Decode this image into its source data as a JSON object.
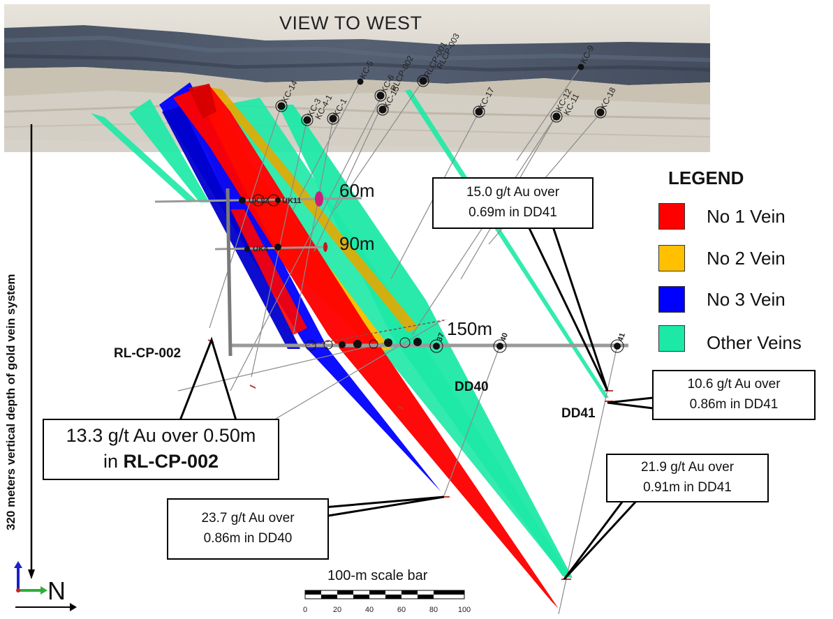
{
  "view_title": "VIEW TO WEST",
  "vertical_axis_label": "320 meters vertical depth of gold  vein system",
  "north_label": "N",
  "legend": {
    "title": "LEGEND",
    "items": [
      {
        "label": "No 1 Vein",
        "color": "#ff0000"
      },
      {
        "label": "No 2 Vein",
        "color": "#ffc000"
      },
      {
        "label": "No 3 Vein",
        "color": "#0000ff"
      },
      {
        "label": "Other Veins",
        "color": "#1de9a6"
      }
    ]
  },
  "level_labels": {
    "l60": "60m",
    "l90": "90m",
    "l150": "150m"
  },
  "hole_labels": {
    "rl": "RL-CP-002",
    "dd40": "DD40",
    "dd41": "DD41"
  },
  "callouts": {
    "c1": {
      "line1": "15.0 g/t Au over",
      "line2": "0.69m in DD41"
    },
    "c2": {
      "line1": "10.6 g/t Au over",
      "line2": "0.86m in DD41"
    },
    "c3": {
      "line1": "21.9 g/t Au over",
      "line2": "0.91m in DD41"
    },
    "c4": {
      "line1": "23.7 g/t Au over",
      "line2": "0.86m in DD40"
    },
    "c5": {
      "line1": "13.3 g/t Au over 0.50m",
      "prefix": "in ",
      "bold": "RL-CP-002"
    }
  },
  "scale_bar": {
    "title": "100-m scale bar",
    "ticks": [
      "0",
      "20",
      "40",
      "60",
      "80",
      "100"
    ]
  },
  "surface_collar_labels": [
    "KC-14",
    "KC-3",
    "KC-4-1",
    "KC-1",
    "KC-5",
    "KC-6",
    "KC-15",
    "RLCP-002",
    "RLCP-001",
    "RLCP-003",
    "KC-17",
    "KC-12",
    "KC-11",
    "KC-18",
    "KC-9"
  ],
  "level_collar_labels": [
    "UK12",
    "UK11",
    "UK4",
    "37",
    "40",
    "41"
  ],
  "colors": {
    "vein_no1": "#ff0000",
    "vein_no2": "#ffc000",
    "vein_no3": "#0000ff",
    "vein_other": "#1de9a6",
    "level_marker": "#cc1f78"
  }
}
